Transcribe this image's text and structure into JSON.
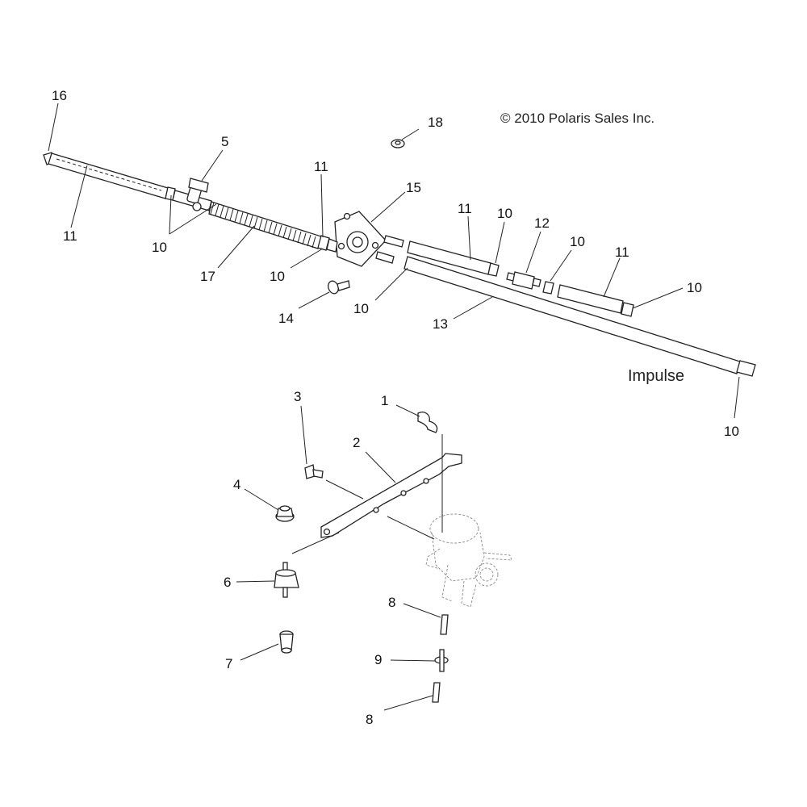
{
  "copyright": "© 2010 Polaris Sales Inc.",
  "model_label": "Impulse",
  "callouts": [
    {
      "id": "c16",
      "text": "16"
    },
    {
      "id": "c5",
      "text": "5"
    },
    {
      "id": "c11a",
      "text": "11"
    },
    {
      "id": "c10a",
      "text": "10"
    },
    {
      "id": "c17",
      "text": "17"
    },
    {
      "id": "c11b",
      "text": "11"
    },
    {
      "id": "c10b",
      "text": "10"
    },
    {
      "id": "c15",
      "text": "15"
    },
    {
      "id": "c14",
      "text": "14"
    },
    {
      "id": "c18",
      "text": "18"
    },
    {
      "id": "c11c",
      "text": "11"
    },
    {
      "id": "c10c",
      "text": "10"
    },
    {
      "id": "c12",
      "text": "12"
    },
    {
      "id": "c10d",
      "text": "10"
    },
    {
      "id": "c11d",
      "text": "11"
    },
    {
      "id": "c10e",
      "text": "10"
    },
    {
      "id": "c10f",
      "text": "10"
    },
    {
      "id": "c13",
      "text": "13"
    },
    {
      "id": "c10g",
      "text": "10"
    },
    {
      "id": "c3",
      "text": "3"
    },
    {
      "id": "c1",
      "text": "1"
    },
    {
      "id": "c2",
      "text": "2"
    },
    {
      "id": "c4",
      "text": "4"
    },
    {
      "id": "c6",
      "text": "6"
    },
    {
      "id": "c8a",
      "text": "8"
    },
    {
      "id": "c7",
      "text": "7"
    },
    {
      "id": "c9",
      "text": "9"
    },
    {
      "id": "c8b",
      "text": "8"
    }
  ]
}
